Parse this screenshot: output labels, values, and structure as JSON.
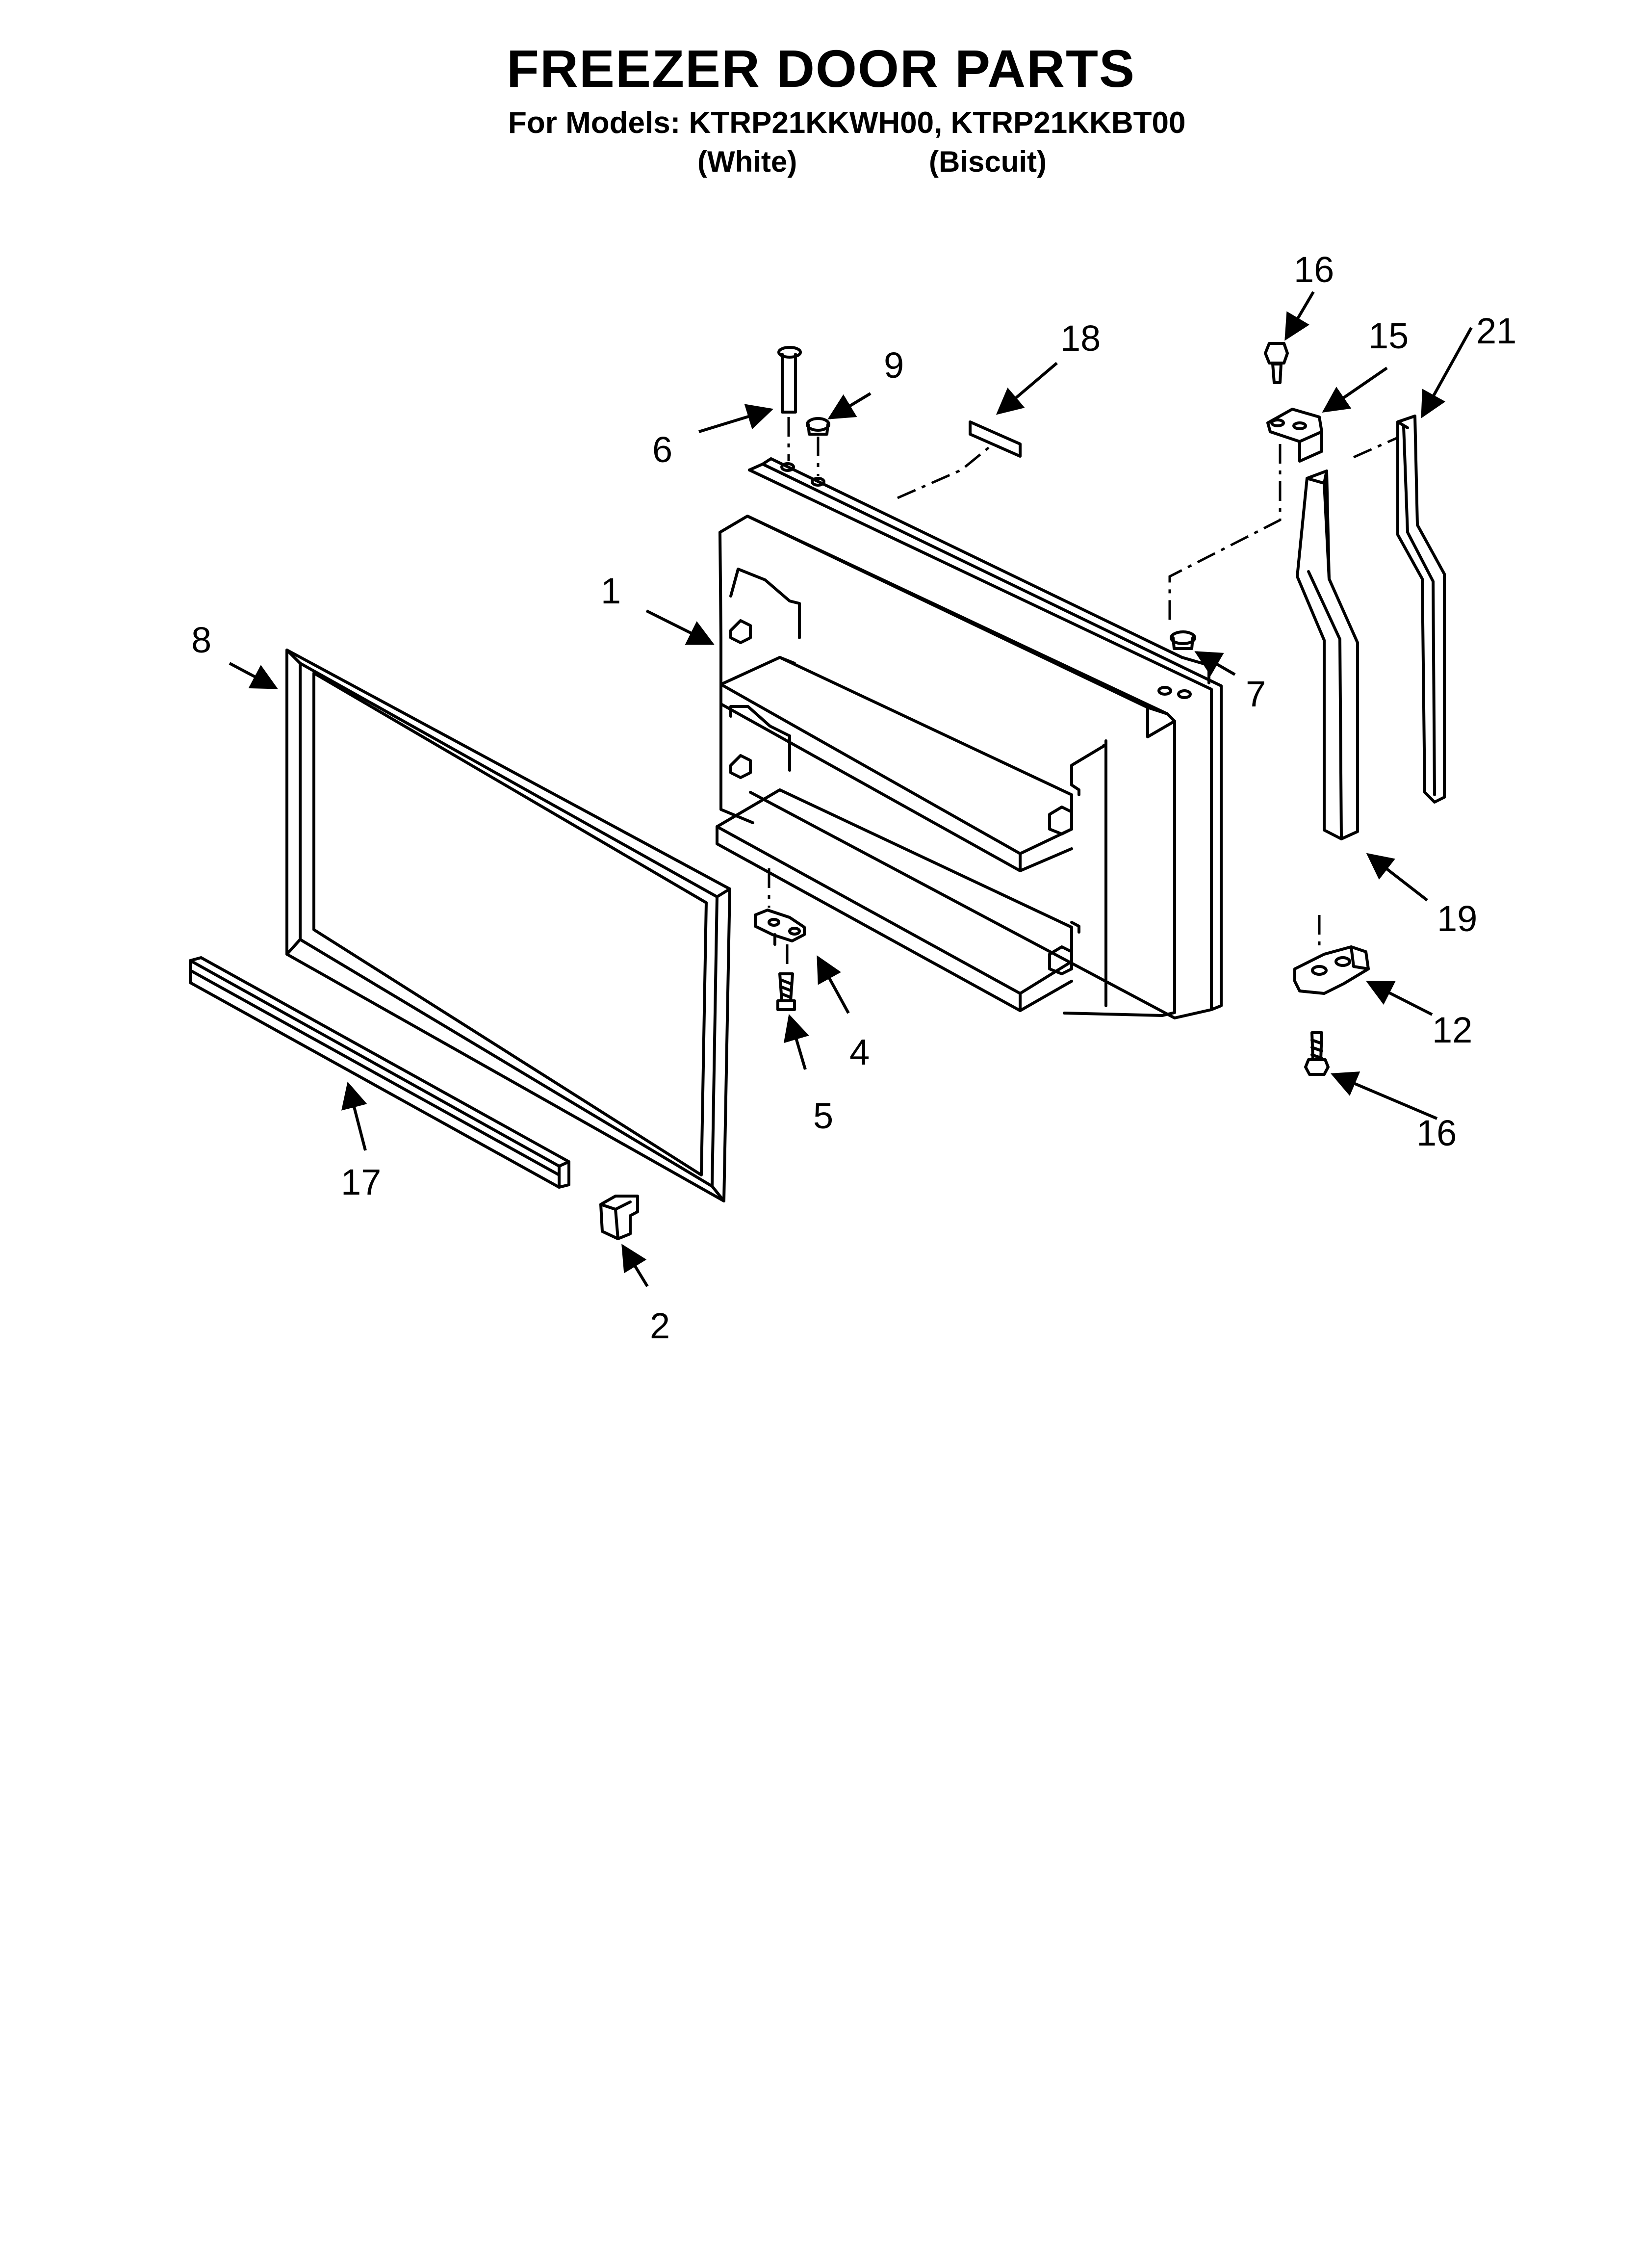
{
  "title": "FREEZER DOOR PARTS",
  "subtitle": "For Models: KTRP21KKWH00, KTRP21KKBT00",
  "variants": [
    "(White)",
    "(Biscuit)"
  ],
  "callouts": {
    "c1": "1",
    "c2": "2",
    "c4": "4",
    "c5": "5",
    "c6": "6",
    "c7": "7",
    "c8": "8",
    "c9": "9",
    "c12": "12",
    "c15": "15",
    "c16a": "16",
    "c16b": "16",
    "c17": "17",
    "c18": "18",
    "c19": "19",
    "c21": "21"
  }
}
